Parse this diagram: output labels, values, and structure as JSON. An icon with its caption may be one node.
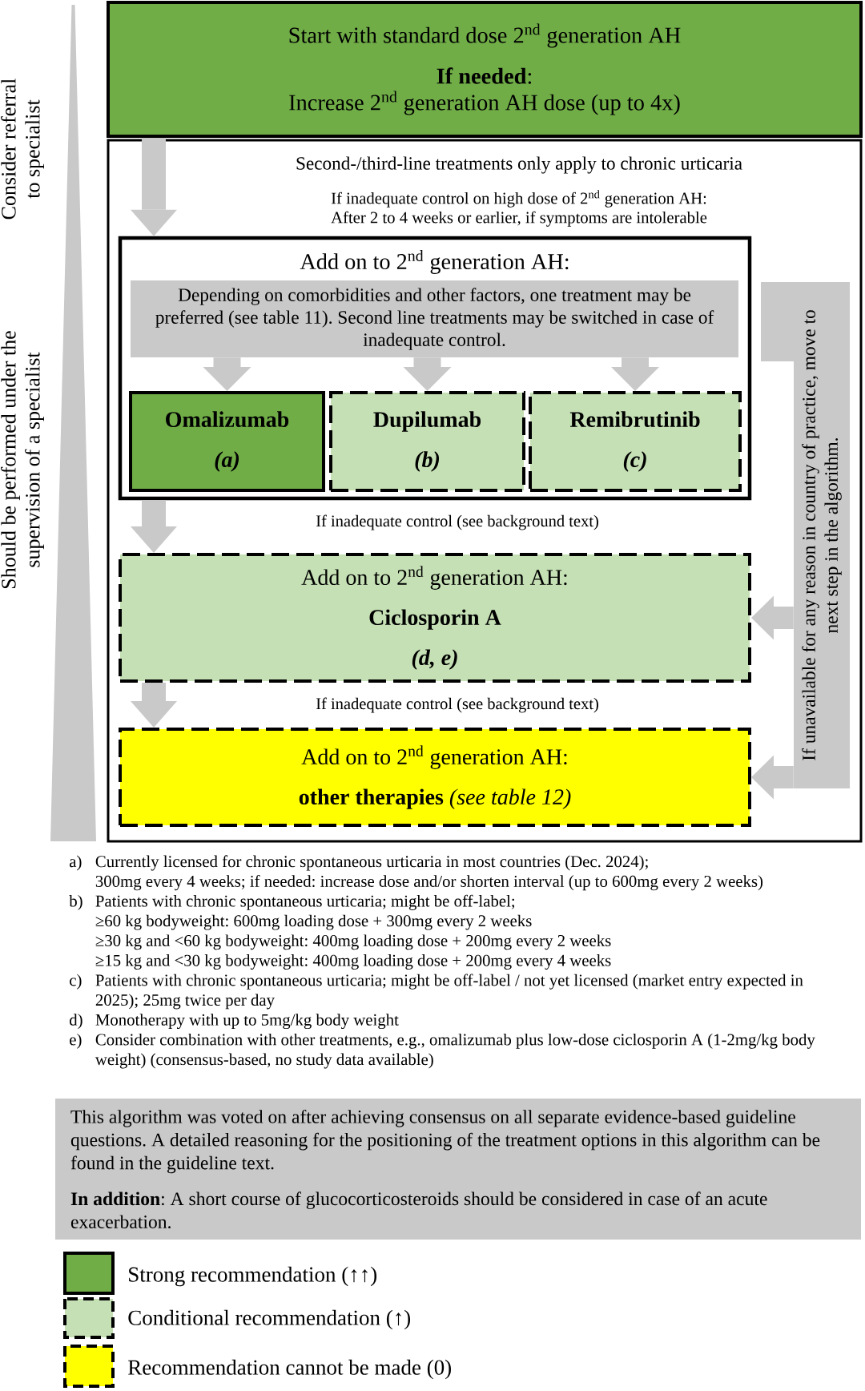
{
  "diagram": {
    "nodes": [
      {
        "text": [],
        "shape": "triangle",
        "beside": [
          "Consider referral to specialist",
          "Should be performed under the supervision of a specialist"
        ]
      },
      {
        "text": [
          "Start with standard dose 2$^{nd}$ generation AH",
          "**If needed**:",
          "Increase 2$^{nd}$ generation AH dose (up to 4x)"
        ]
      },
      {
        "text": [
          "Second-/third-line treatments only apply to chronic urticaria",
          "If inadequate control on high dose of 2$^{nd}$ generation AH: After 2 to 4 weeks or earlier, if symptoms are intolerable"
        ]
      },
      {
        "text": [
          "Add on to 2$^{nd}$ generation AH:"
        ],
        "in": 2
      },
      {
        "text": [
          "Depending on comorbidities and other factors, one treatment may be preferred (see table 11). Second line treatments may be switched in case of inadequate control."
        ],
        "in": 3
      },
      {
        "text": [
          "Omalizumab",
          "(a)"
        ],
        "in": 3
      },
      {
        "text": [
          "Dupilumab",
          "(b)"
        ],
        "in": 3
      },
      {
        "text": [
          "Remibrutinib",
          "(c)"
        ],
        "in": 3
      },
      {
        "text": [
          "Add on to 2$^{nd}$ generation AH:",
          "Ciclosporin A",
          "(d, e)"
        ],
        "in": 2
      },
      {
        "text": [
          "Add on to 2$^{nd}$ generation AH:",
          "**other therapies** *(see table 12)*"
        ],
        "in": 2
      },
      {
        "text": [
          "If unavailable for any reason in country of practice, move to next step in the algorithm."
        ],
        "in": 2
      },
      {
        "text": [
          "This algorithm was voted on after achieving consensus on all separate evidence-based guideline questions. A detailed reasoning for the positioning of the treatment options in this algorithm can be found in the guideline text.",
          "**In addition**: A short course of glucocorticosteroids should be considered in case of an acute exacerbation."
        ]
      }
    ],
    "edges": [
      {
        "from": 1,
        "to": 3,
        "arrow": "to"
      },
      {
        "from": 4,
        "to": 5,
        "arrow": "to"
      },
      {
        "from": 4,
        "to": 6,
        "arrow": "to"
      },
      {
        "from": 4,
        "to": 7,
        "arrow": "to"
      },
      {
        "from": 3,
        "to": 8,
        "arrow": "to"
      },
      {
        "from": 8,
        "to": 9,
        "arrow": "to"
      },
      {
        "from": 10,
        "to": 8,
        "arrow": "to"
      },
      {
        "from": 10,
        "to": 9,
        "arrow": "to"
      }
    ],
    "labels": [
      "If inadequate control (see background text)",
      "If inadequate control (see background text)",
      "a)",
      "Currently licensed for chronic spontaneous urticaria in most countries (Dec. 2024);",
      "300mg every 4 weeks; if needed: increase dose and/or shorten interval (up to 600mg every 2 weeks)",
      "b)",
      "Patients with chronic spontaneous urticaria; might be off-label;",
      "≥60 kg bodyweight: 600mg loading dose + 300mg every 2 weeks",
      "≥30 kg and <60 kg bodyweight: 400mg loading dose + 200mg every 2 weeks",
      "≥15 kg and <30 kg bodyweight: 400mg loading dose + 200mg every 4 weeks",
      "c)",
      "Patients with chronic spontaneous urticaria; might be off-label / not yet licensed (market entry expected in 2025); 25mg twice per day",
      "d)",
      "Monotherapy with up to 5mg/kg body weight",
      "e)",
      "Consider combination with other treatments, e.g., omalizumab plus low-dose ciclosporin A (1-2mg/kg body weight) (consensus-based, no study data available)"
    ],
    "legend": [
      {
        "text": "Strong recommendation (↑↑)",
        "color": "#70ad47"
      },
      {
        "text": "Conditional recommendation (↑)",
        "color": "#c5e0b4"
      },
      {
        "text": "Recommendation cannot be made (0)",
        "color": "#ffff00"
      }
    ]
  }
}
